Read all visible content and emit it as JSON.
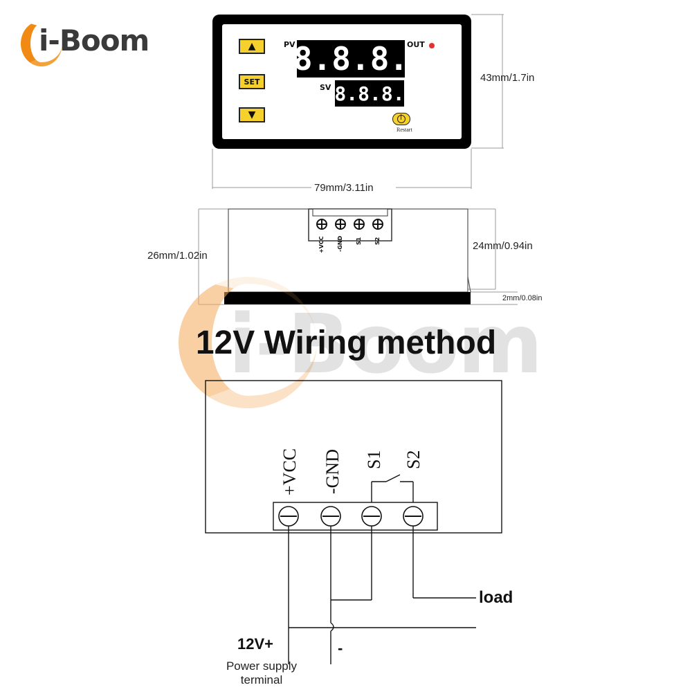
{
  "brand": {
    "logo_text": "i-Boom",
    "watermark_text": "i-Boom",
    "accent": "#f08a14"
  },
  "panel": {
    "up_arrow": "▲",
    "set_label": "SET",
    "down_arrow": "▼",
    "pv_label": "PV",
    "pv_display": "8.8.8.",
    "sv_label": "SV",
    "sv_display": "8.8.8.",
    "out_label": "OUT",
    "out_led_color": "#e53030",
    "restart_label": "Restart",
    "power_icon": "power-icon"
  },
  "dimensions": {
    "height": "43mm/1.7in",
    "width": "79mm/3.11in",
    "total_depth": "26mm/1.02in",
    "body_depth": "24mm/0.94in",
    "bezel": "2mm/0.08in"
  },
  "side_terminals": [
    "+VCC",
    "-GND",
    "S1",
    "S2"
  ],
  "title": "12V Wiring method",
  "wiring": {
    "terminals": [
      "+VCC",
      "-GND",
      "S1",
      "S2"
    ],
    "load_label": "load",
    "positive_label": "12V+",
    "negative_label": "-",
    "psu_line1": "Power supply",
    "psu_line2": "terminal"
  }
}
